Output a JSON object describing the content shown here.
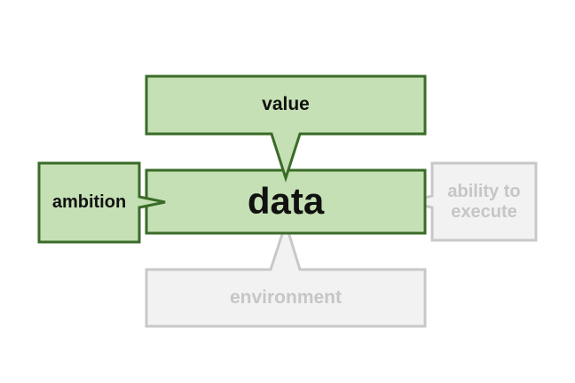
{
  "nodes": {
    "value": {
      "label": "value",
      "state": "active"
    },
    "data": {
      "label": "data",
      "state": "active"
    },
    "ambition": {
      "label": "ambition",
      "state": "active"
    },
    "ability": {
      "label": "ability to\nexecute",
      "state": "faded"
    },
    "environment": {
      "label": "environment",
      "state": "faded"
    }
  },
  "colors": {
    "active_fill": "#c5e0b4",
    "active_stroke": "#3a6b28",
    "faded_fill": "#f2f2f2",
    "faded_stroke": "#c8c8c8",
    "active_text": "#111111",
    "faded_text": "#c6c6c6",
    "background": "#ffffff"
  }
}
